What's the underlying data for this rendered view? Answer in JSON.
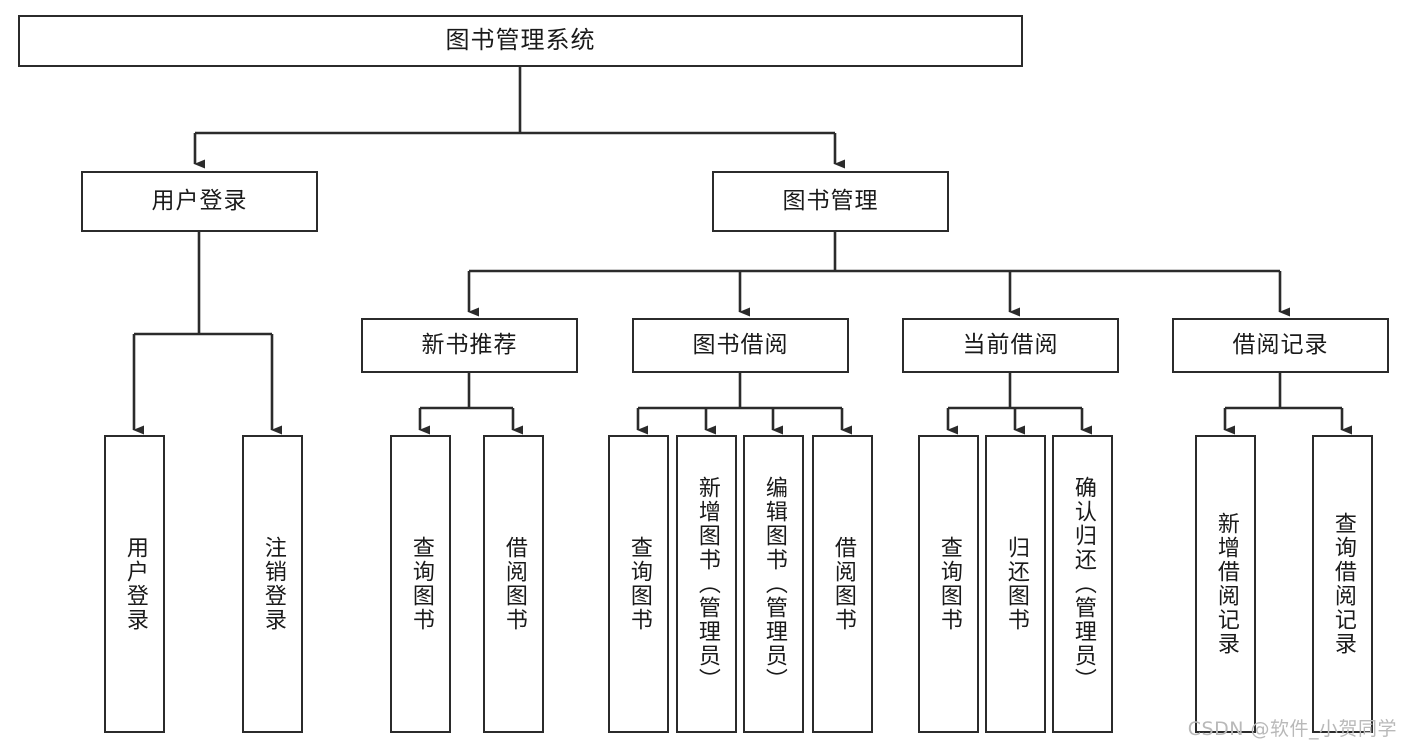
{
  "diagram": {
    "title": "图书管理系统",
    "type": "tree-hierarchy-chart",
    "colors": {
      "border": "#2b2b2b",
      "background": "#ffffff",
      "text": "#1a1a1a",
      "watermark": "#b9b9b9"
    },
    "root": {
      "label": "图书管理系统"
    },
    "level2": [
      {
        "label": "用户登录"
      },
      {
        "label": "图书管理"
      }
    ],
    "level3": [
      {
        "label": "新书推荐"
      },
      {
        "label": "图书借阅"
      },
      {
        "label": "当前借阅"
      },
      {
        "label": "借阅记录"
      }
    ],
    "leaves": {
      "user_login": [
        {
          "label": "用户登录"
        },
        {
          "label": "注销登录"
        }
      ],
      "new_book_recommend": [
        {
          "label": "查询图书"
        },
        {
          "label": "借阅图书"
        }
      ],
      "book_borrow": [
        {
          "label": "查询图书"
        },
        {
          "label": "新增图书（管理员）"
        },
        {
          "label": "编辑图书（管理员）"
        },
        {
          "label": "借阅图书"
        }
      ],
      "current_borrow": [
        {
          "label": "查询图书"
        },
        {
          "label": "归还图书"
        },
        {
          "label": "确认归还（管理员）"
        }
      ],
      "borrow_record": [
        {
          "label": "新增借阅记录"
        },
        {
          "label": "查询借阅记录"
        }
      ]
    },
    "watermark": "CSDN @软件_小贺同学"
  }
}
